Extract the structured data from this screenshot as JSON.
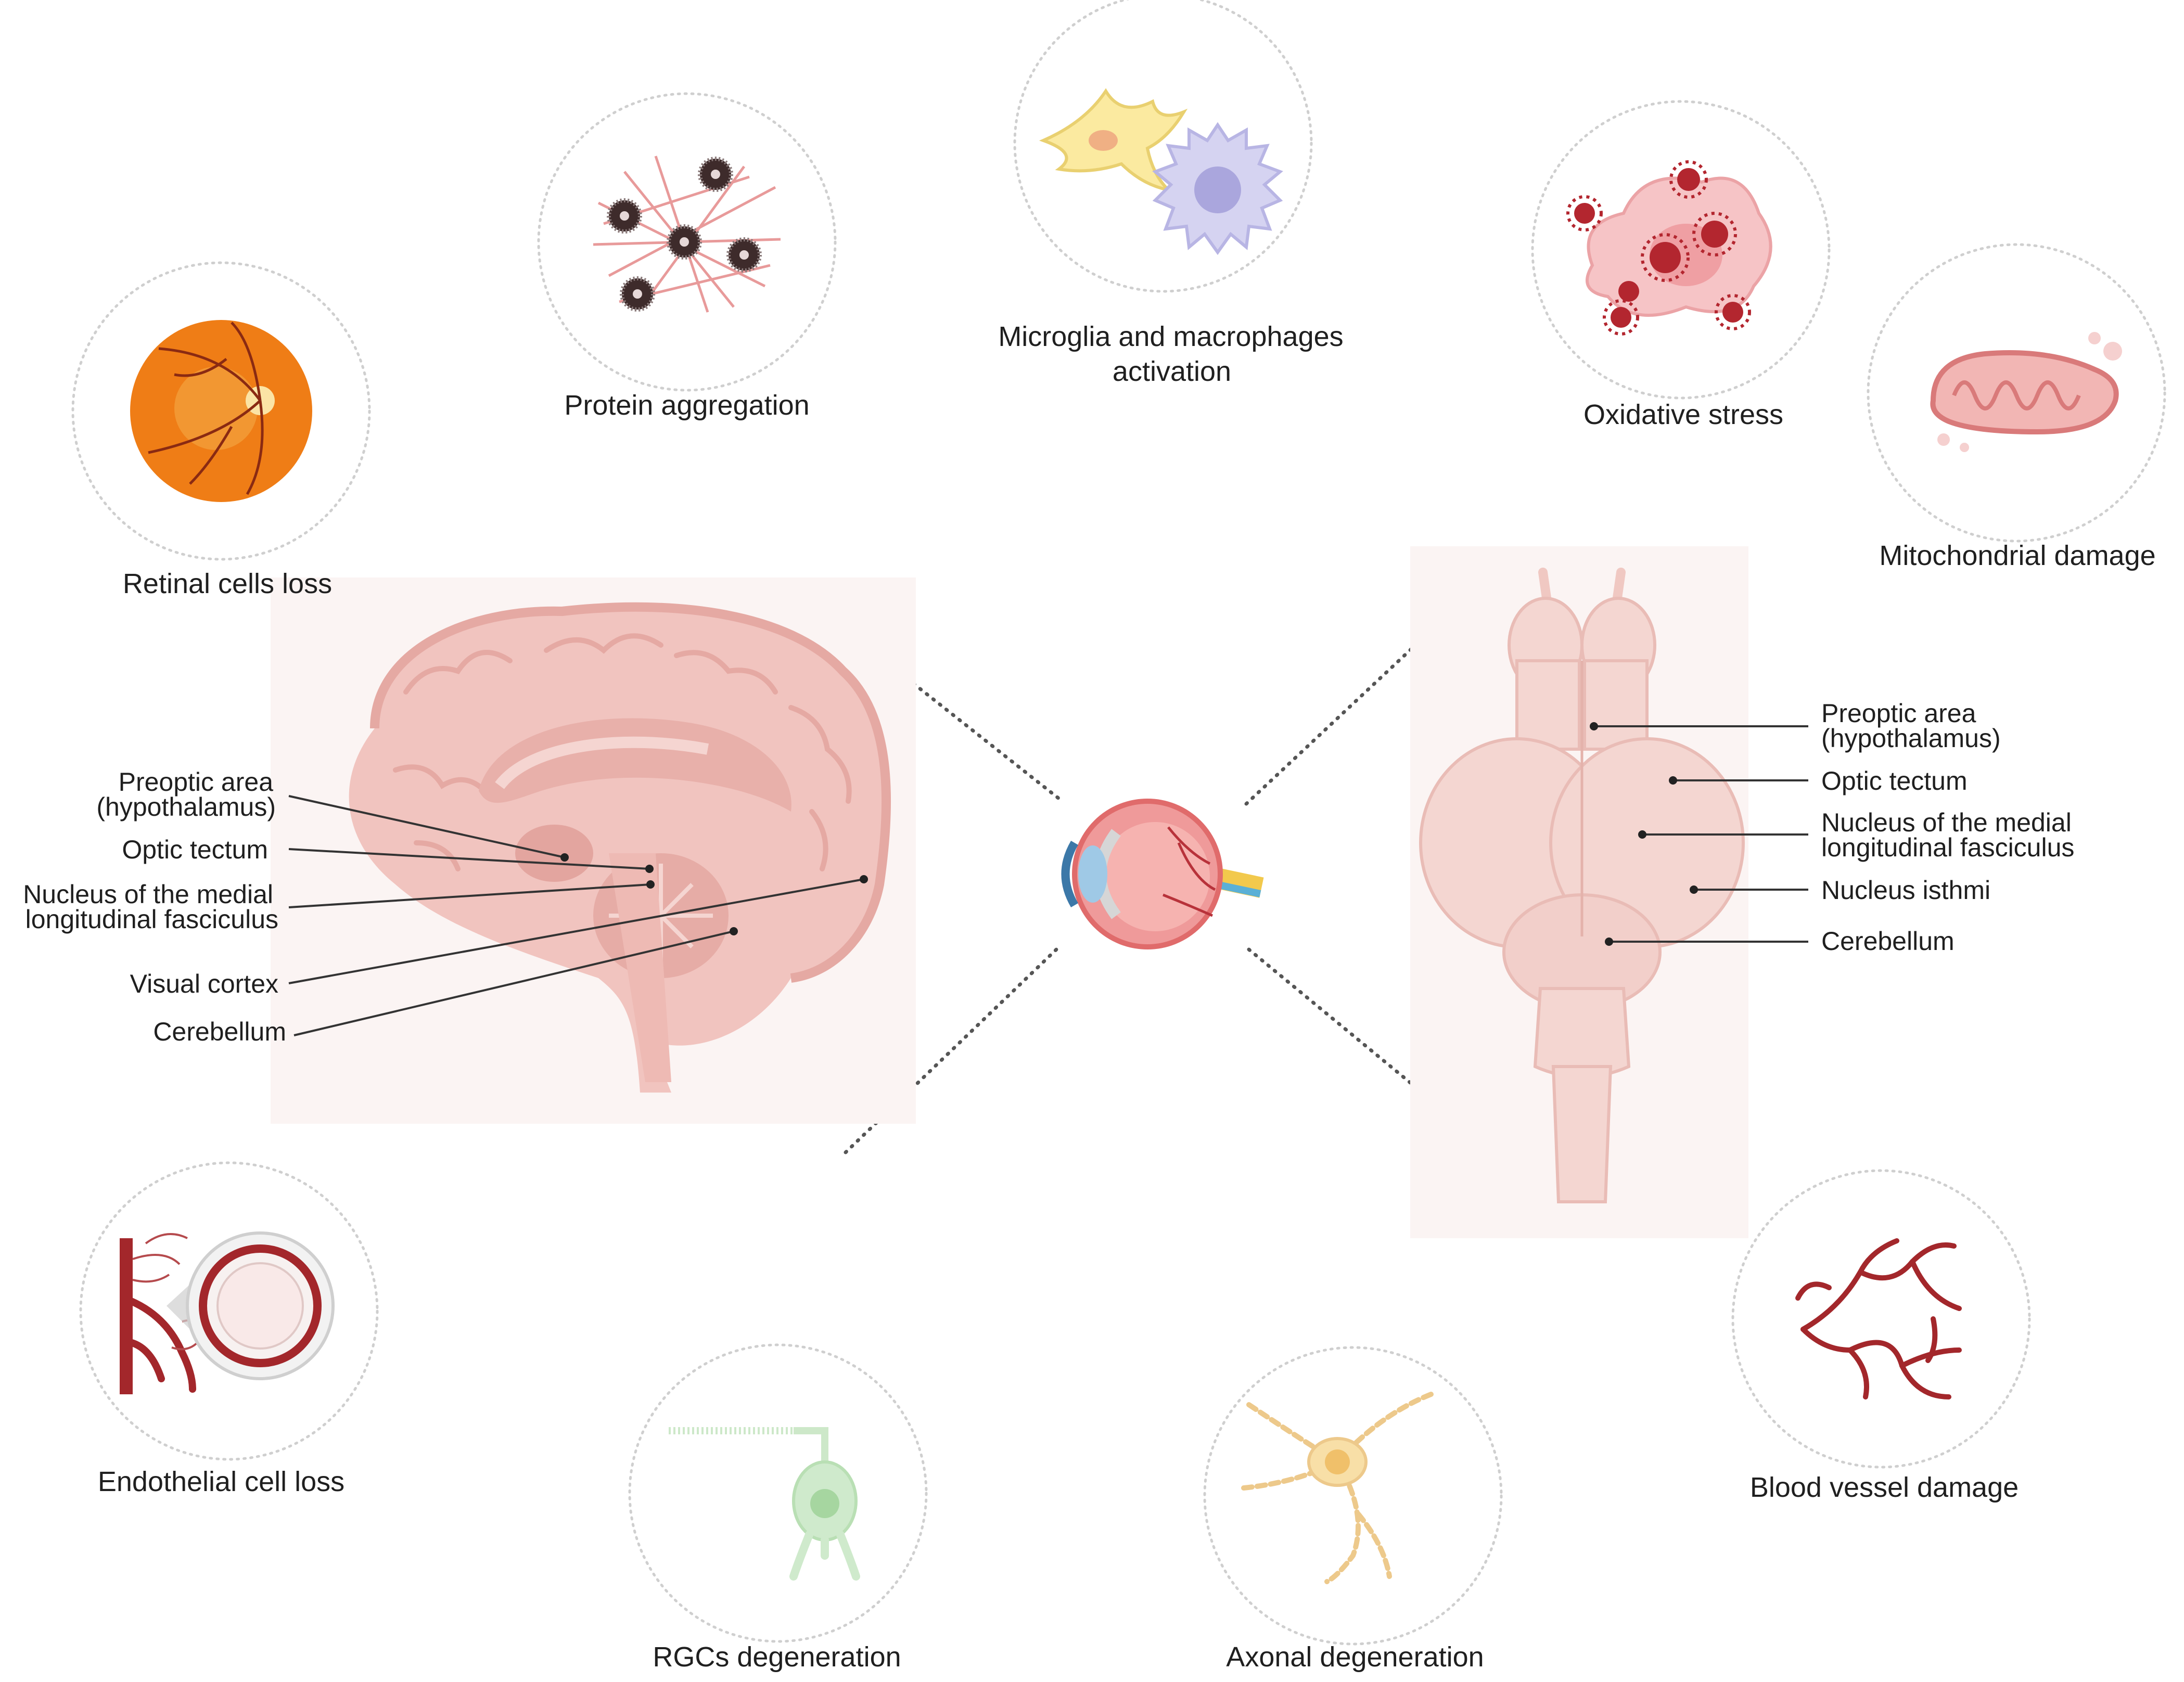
{
  "circles": {
    "retinal": "Retinal cells loss",
    "protein": "Protein aggregation",
    "microglia_line1": "Microglia and macrophages",
    "microglia_line2": "activation",
    "oxidative": "Oxidative stress",
    "mito": "Mitochondrial damage",
    "endothelial": "Endothelial cell loss",
    "rgc": "RGCs degeneration",
    "axonal": "Axonal degeneration",
    "vessel": "Blood vessel damage"
  },
  "human_brain": {
    "preoptic_line1": "Preoptic area",
    "preoptic_line2": "(hypothalamus)",
    "optic_tectum": "Optic tectum",
    "nmlf_line1": "Nucleus of the medial",
    "nmlf_line2": "longitudinal fasciculus",
    "visual_cortex": "Visual cortex",
    "cerebellum": "Cerebellum"
  },
  "fish_brain": {
    "preoptic_line1": "Preoptic area",
    "preoptic_line2": "(hypothalamus)",
    "optic_tectum": "Optic tectum",
    "nmlf_line1": "Nucleus of the medial",
    "nmlf_line2": "longitudinal fasciculus",
    "isthmi": "Nucleus isthmi",
    "cerebellum": "Cerebellum"
  },
  "colors": {
    "brain_fill": "#f1c4bf",
    "brain_fold": "#e5a9a3",
    "vessel_red": "#a3272b",
    "retina_orange": "#ef7d16",
    "circle_border": "#cfcfcf",
    "fish_brain_fill": "#f4d6d1"
  },
  "icons": {
    "retina": "retina-fundus-icon",
    "protein": "protein-aggregate-icon",
    "microglia": "microglia-macrophage-icon",
    "oxidative": "oxidative-stress-cell-icon",
    "mito": "mitochondrion-icon",
    "endothelial": "endothelial-vessel-icon",
    "rgc": "retinal-ganglion-cell-icon",
    "axonal": "degenerating-neuron-icon",
    "vessel": "blood-vessel-network-icon",
    "eye": "eye-cross-section-icon"
  }
}
